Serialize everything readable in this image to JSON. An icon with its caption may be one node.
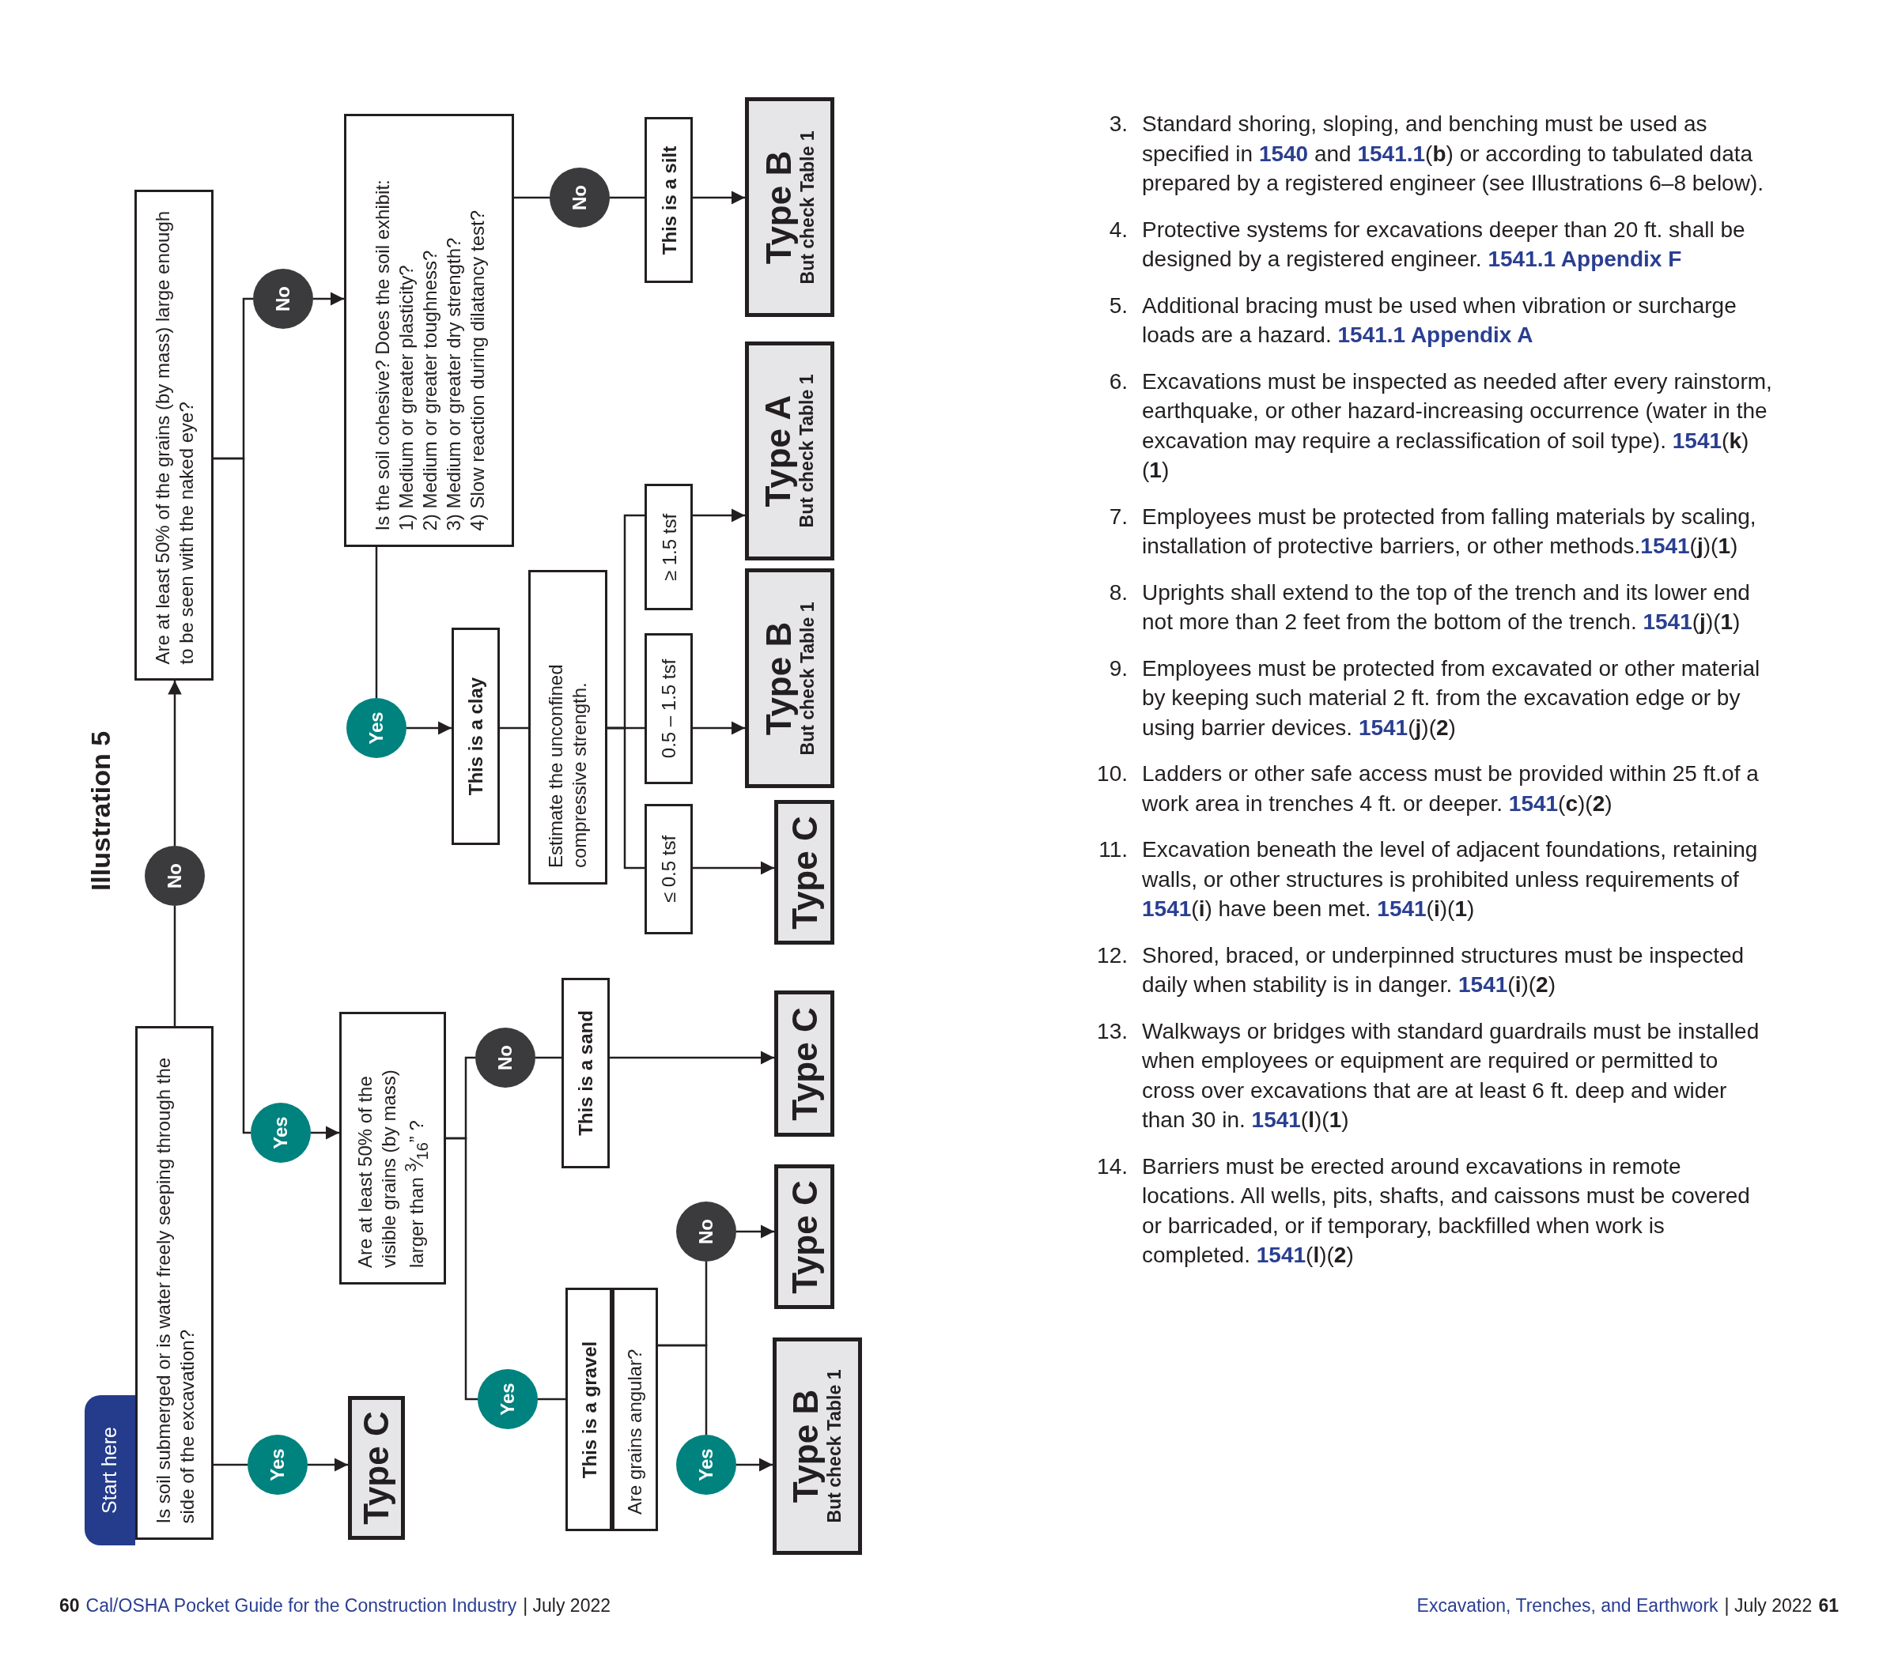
{
  "diagram": {
    "title": "Illustration 5",
    "nodes": [
      {
        "text": [
          "Start here"
        ]
      },
      {
        "text": [
          "Is soil submerged or is water freely seeping through the side of the excavation?"
        ]
      },
      {
        "text": [
          "Yes"
        ]
      },
      {
        "text": [
          "Type C"
        ]
      },
      {
        "text": [
          "No"
        ]
      },
      {
        "text": [
          "Are at least 50% of the grains (by mass) large enough to be seen with the naked eye?"
        ]
      },
      {
        "text": [
          "No"
        ]
      },
      {
        "text": [
          "Is the soil cohesive? Does the soil exhibit:",
          "1) Medium or greater plasticity?",
          "2) Medium or greater toughness?",
          "3) Medium or greater dry strength?",
          "4) Slow reaction during dilatancy test?"
        ]
      },
      {
        "text": [
          "No"
        ]
      },
      {
        "text": [
          "This is a silt"
        ]
      },
      {
        "text": [
          "Type B",
          "But check Table 1"
        ]
      },
      {
        "text": [
          "Yes"
        ]
      },
      {
        "text": [
          "This is a clay"
        ]
      },
      {
        "text": [
          "Estimate the unconfined compressive strength."
        ]
      },
      {
        "text": [
          "≥ 1.5 tsf"
        ]
      },
      {
        "text": [
          "0.5 – 1.5 tsf"
        ]
      },
      {
        "text": [
          "≤ 0.5 tsf"
        ]
      },
      {
        "text": [
          "Type A",
          "But check Table 1"
        ]
      },
      {
        "text": [
          "Type B",
          "But check Table 1"
        ]
      },
      {
        "text": [
          "Type C"
        ]
      },
      {
        "text": [
          "Yes"
        ]
      },
      {
        "text": [
          "Are at least 50% of the visible grains (by mass) larger than $^{3}$⁄$_{16}$” ?"
        ]
      },
      {
        "text": [
          "No"
        ]
      },
      {
        "text": [
          "This is a sand"
        ]
      },
      {
        "text": [
          "Type C"
        ]
      },
      {
        "text": [
          "Yes"
        ]
      },
      {
        "text": [
          "This is a gravel"
        ]
      },
      {
        "text": [
          "Are grains angular?"
        ]
      },
      {
        "text": [
          "No"
        ]
      },
      {
        "text": [
          "Type C"
        ]
      },
      {
        "text": [
          "Yes"
        ]
      },
      {
        "text": [
          "Type B",
          "But check Table 1"
        ]
      }
    ],
    "edges": [
      {
        "from": 1,
        "to": 2,
        "arrow": "none"
      },
      {
        "from": 2,
        "to": 3,
        "arrow": "to"
      },
      {
        "from": 1,
        "to": 4,
        "arrow": "none"
      },
      {
        "from": 4,
        "to": 5,
        "arrow": "to"
      },
      {
        "from": 5,
        "to": 6,
        "arrow": "none"
      },
      {
        "from": 5,
        "to": 20,
        "arrow": "none"
      },
      {
        "from": 6,
        "to": 7,
        "arrow": "to"
      },
      {
        "from": 7,
        "to": 8,
        "arrow": "none"
      },
      {
        "from": 8,
        "to": 9,
        "arrow": "none"
      },
      {
        "from": 9,
        "to": 10,
        "arrow": "to"
      },
      {
        "from": 7,
        "to": 11,
        "arrow": "none"
      },
      {
        "from": 11,
        "to": 12,
        "arrow": "to"
      },
      {
        "from": 12,
        "to": 13,
        "arrow": "none"
      },
      {
        "from": 13,
        "to": 14,
        "arrow": "none"
      },
      {
        "from": 13,
        "to": 15,
        "arrow": "none"
      },
      {
        "from": 13,
        "to": 16,
        "arrow": "none"
      },
      {
        "from": 14,
        "to": 17,
        "arrow": "to"
      },
      {
        "from": 15,
        "to": 18,
        "arrow": "to"
      },
      {
        "from": 16,
        "to": 19,
        "arrow": "to"
      },
      {
        "from": 20,
        "to": 21,
        "arrow": "to"
      },
      {
        "from": 21,
        "to": 22,
        "arrow": "none"
      },
      {
        "from": 21,
        "to": 25,
        "arrow": "none"
      },
      {
        "from": 22,
        "to": 23,
        "arrow": "none"
      },
      {
        "from": 23,
        "to": 24,
        "arrow": "to"
      },
      {
        "from": 25,
        "to": 26,
        "arrow": "none"
      },
      {
        "from": 27,
        "to": 28,
        "arrow": "none"
      },
      {
        "from": 27,
        "to": 30,
        "arrow": "none"
      },
      {
        "from": 28,
        "to": 29,
        "arrow": "to"
      },
      {
        "from": 30,
        "to": 31,
        "arrow": "to"
      }
    ],
    "labels": [
      "3.",
      "Standard shoring, sloping, and benching must be used as specified in **1540** and **1541.1**(**b**) or according to tabulated data prepared by a registered engineer (see Illustrations 6–8 below).",
      "4.",
      "Protective systems for excavations deeper than 20 ft. shall be designed by a registered engineer. **1541.1 Appendix F**",
      "5.",
      "Additional bracing must be used when vibration or surcharge loads are a hazard. **1541.1 Appendix A**",
      "6.",
      "Excavations must be inspected as needed after every rainstorm, earthquake, or other hazard-increasing occurrence (water in the excavation may require a reclassification of soil type). **1541**(**k**)(**1**)",
      "7.",
      "Employees must be protected from falling materials by scaling, installation of protective barriers, or other methods.**1541**(**j**)(**1**)",
      "8.",
      "Uprights shall extend to the top of the trench and its lower end not more than 2 feet from the bottom of the trench. **1541**(**j**)(**1**)",
      "9.",
      "Employees must be protected from excavated or other material by keeping such material 2 ft. from the excavation edge or by using barrier devices. **1541**(**j**)(**2**)",
      "10.",
      "Ladders or other safe access must be provided within 25 ft.of a work area in trenches 4 ft. or deeper. **1541**(**c**)(**2**)",
      "11.",
      "Excavation beneath the level of adjacent foundations, retaining walls, or other structures is prohibited unless requirements of **1541**(**i**) have been met. **1541**(**i**)(**1**)",
      "12.",
      "Shored, braced, or underpinned structures must be inspected daily when stability is in danger. **1541**(**i**)(**2**)",
      "13.",
      "Walkways or bridges with standard guardrails must be installed when employees or equipment are required or permitted to cross over excavations that are at least 6 ft. deep and wider than 30 in. **1541**(**l**)(**1**)",
      "14.",
      "Barriers must be erected around excavations in remote locations. All wells, pits, shafts, and caissons must be covered or barricaded, or if temporary, backfilled when work is completed. **1541**(**l**)(**2**)",
      "60",
      "Cal/OSHA Pocket Guide for the Construction Industry",
      "| July 2022",
      "Excavation, Trenches, and Earthwork",
      "| July 2022",
      "61"
    ]
  }
}
